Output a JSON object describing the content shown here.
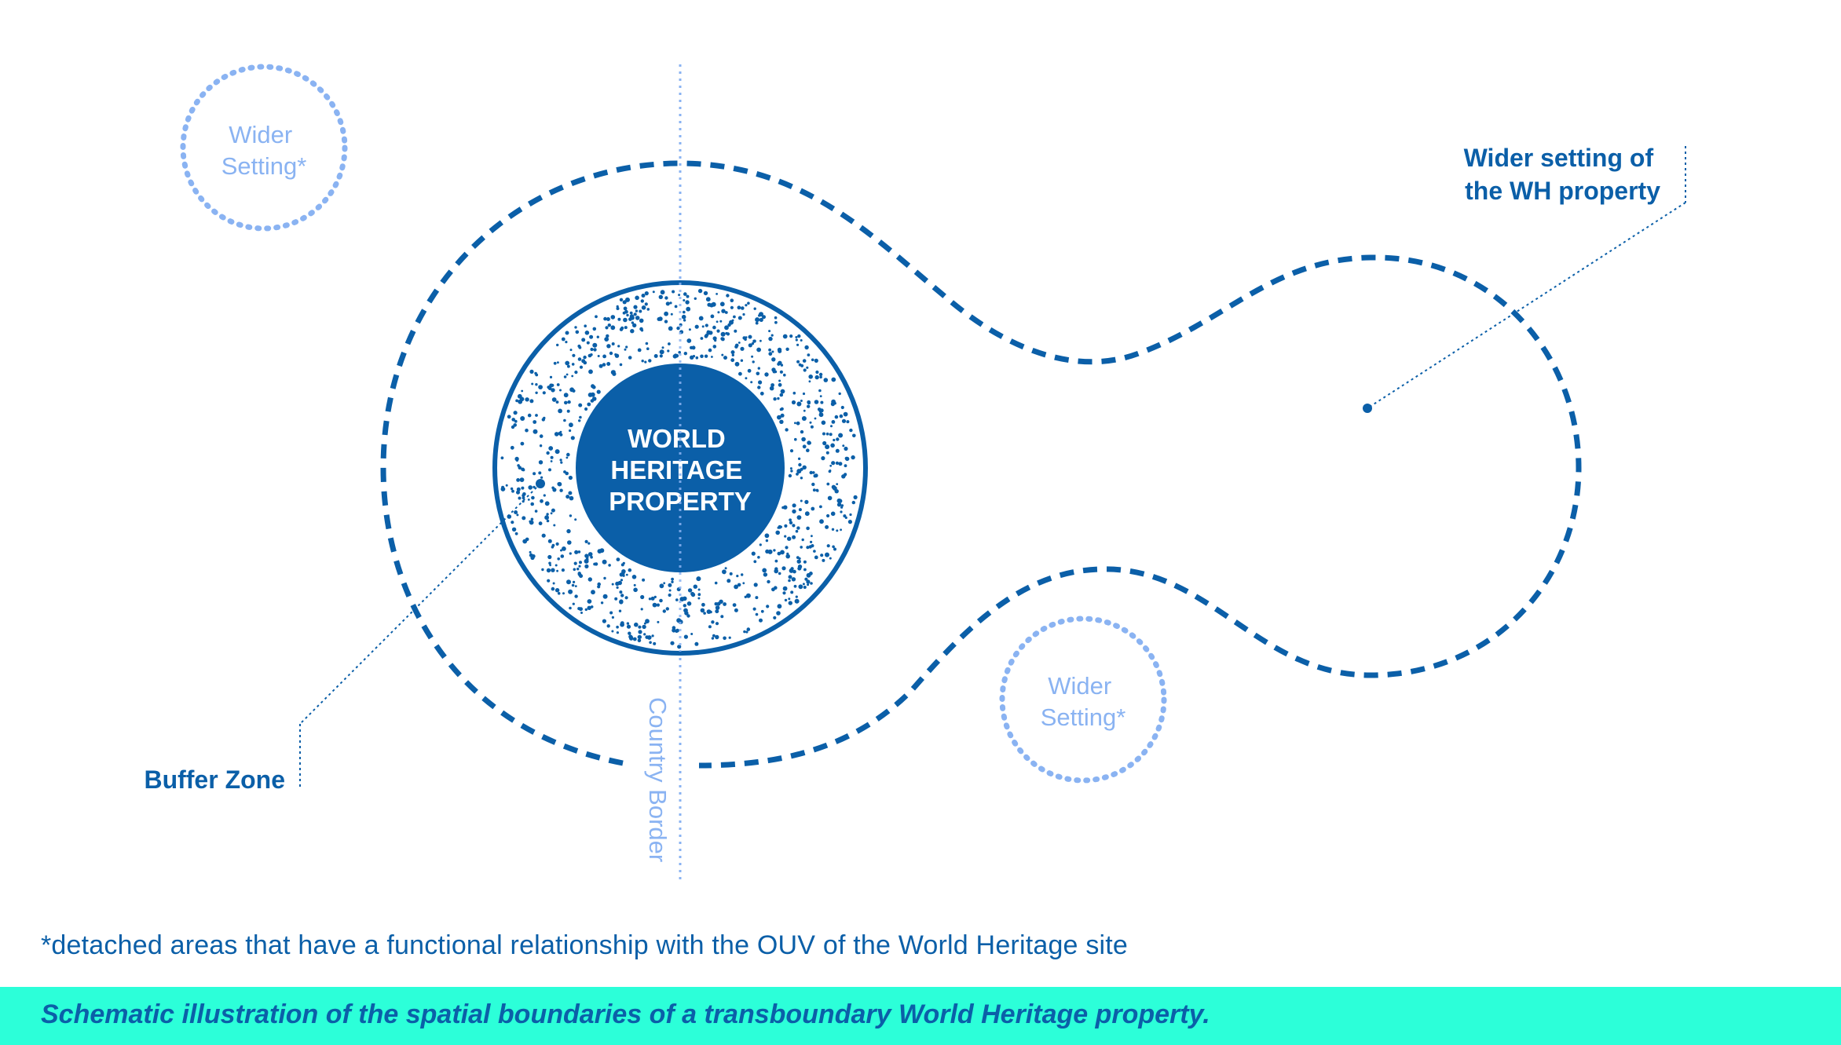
{
  "diagram": {
    "wider_setting_left_label": [
      "Wider",
      "Setting*"
    ],
    "wider_setting_bottom_label": [
      "Wider",
      "Setting*"
    ],
    "wider_setting_wh_label": [
      "Wider setting of",
      "the WH property"
    ],
    "wh_property_label": [
      "WORLD",
      "HERITAGE",
      "PROPERTY"
    ],
    "buffer_zone_label": "Buffer Zone",
    "country_border_label": "Country Border",
    "colors": {
      "dark_blue": "#0b5fa8",
      "light_blue": "#8ab3f2",
      "caption_bar": "#2cffd9"
    }
  },
  "footnote": "*detached areas that have a functional relationship with the OUV of the World Heritage site",
  "caption": "Schematic illustration of the spatial boundaries of a transboundary World Heritage property."
}
